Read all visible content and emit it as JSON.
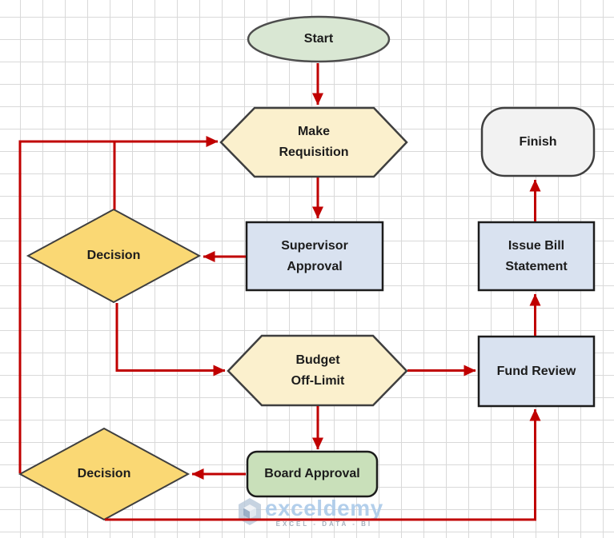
{
  "diagram": {
    "kind": "flowchart",
    "nodes": {
      "start": {
        "label": "Start",
        "shape": "ellipse"
      },
      "make_requisition": {
        "label": "Make\nRequisition",
        "shape": "hexagon"
      },
      "finish": {
        "label": "Finish",
        "shape": "rounded-rectangle"
      },
      "decision_1": {
        "label": "Decision",
        "shape": "diamond"
      },
      "supervisor_approval": {
        "label": "Supervisor\nApproval",
        "shape": "rectangle"
      },
      "issue_bill_statement": {
        "label": "Issue Bill\nStatement",
        "shape": "rectangle"
      },
      "budget_off_limit": {
        "label": "Budget\nOff-Limit",
        "shape": "hexagon"
      },
      "fund_review": {
        "label": "Fund Review",
        "shape": "rectangle"
      },
      "decision_2": {
        "label": "Decision",
        "shape": "diamond"
      },
      "board_approval": {
        "label": "Board Approval",
        "shape": "rounded-rectangle"
      }
    },
    "edges": [
      {
        "from": "start",
        "to": "make_requisition"
      },
      {
        "from": "make_requisition",
        "to": "supervisor_approval"
      },
      {
        "from": "supervisor_approval",
        "to": "decision_1"
      },
      {
        "from": "decision_1",
        "to": "make_requisition"
      },
      {
        "from": "decision_1",
        "to": "budget_off_limit"
      },
      {
        "from": "budget_off_limit",
        "to": "fund_review"
      },
      {
        "from": "budget_off_limit",
        "to": "board_approval"
      },
      {
        "from": "board_approval",
        "to": "decision_2"
      },
      {
        "from": "decision_2",
        "to": "make_requisition"
      },
      {
        "from": "decision_2",
        "to": "fund_review"
      },
      {
        "from": "fund_review",
        "to": "issue_bill_statement"
      },
      {
        "from": "issue_bill_statement",
        "to": "finish"
      }
    ],
    "colors": {
      "arrow": "#C00000",
      "grid_line": "#D9D9D9",
      "ellipse_fill": "#D9E7D3",
      "hexagon_fill": "#FBF0CD",
      "diamond_fill": "#FAD874",
      "rectangle_fill": "#D9E2F0",
      "green_rounded_fill": "#C9E0BA",
      "finish_fill": "#F2F2F2",
      "shape_border": "#3F3F3F",
      "text": "#1C1C1C",
      "watermark_blue": "#A9C9E9"
    }
  },
  "watermark": {
    "brand": "exceldemy",
    "tagline": "EXCEL - DATA - BI"
  }
}
